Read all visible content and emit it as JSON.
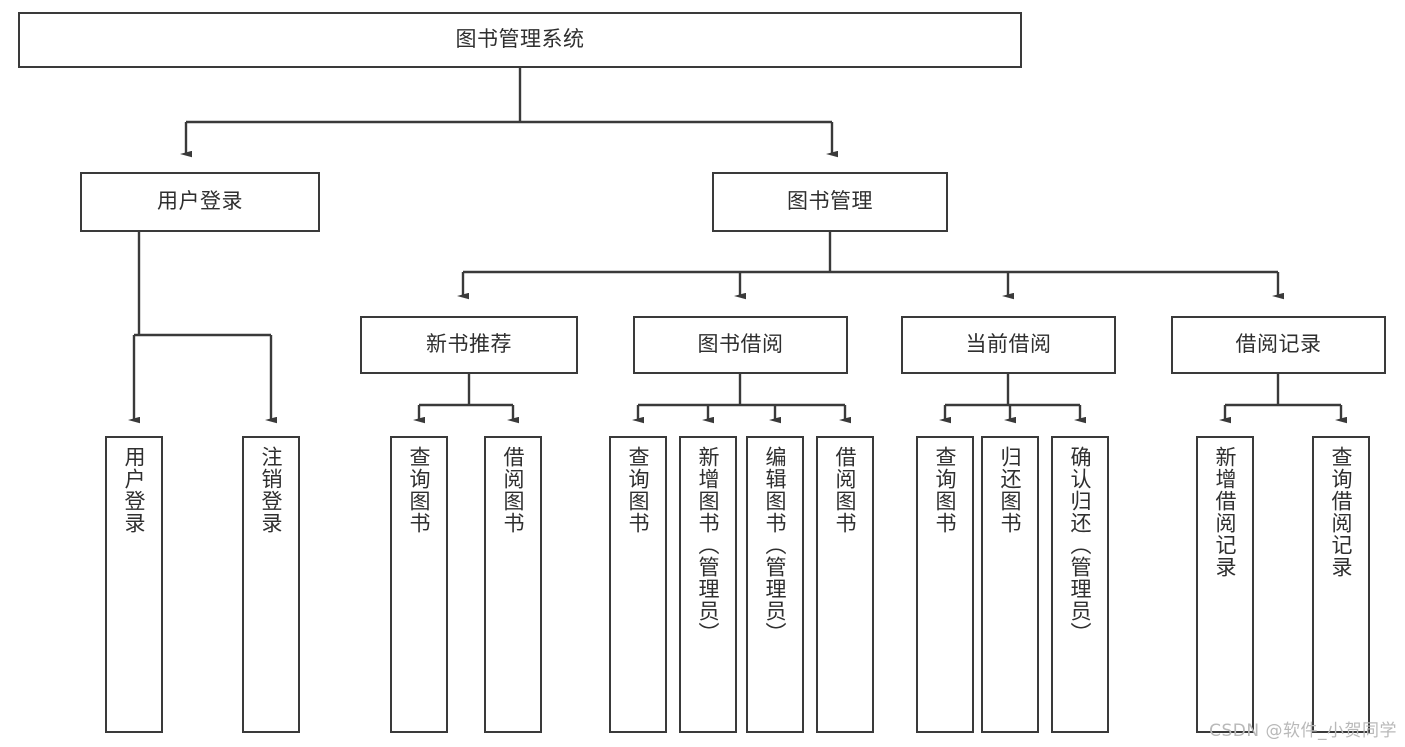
{
  "diagram": {
    "type": "tree",
    "orientation": "top-down",
    "title": "图书管理系统",
    "line_color": "#3a3a3a",
    "box_fill": "#ffffff",
    "text_color": "#2f2f2f",
    "levels": {
      "root": [
        "图书管理系统"
      ],
      "tier2": [
        "用户登录",
        "图书管理"
      ],
      "tier3": [
        "新书推荐",
        "图书借阅",
        "当前借阅",
        "借阅记录"
      ],
      "leaves": [
        "用户登录",
        "注销登录",
        "查询图书",
        "借阅图书",
        "查询图书",
        "新增图书（管理员）",
        "编辑图书（管理员）",
        "借阅图书",
        "查询图书",
        "归还图书",
        "确认归还（管理员）",
        "新增借阅记录",
        "查询借阅记录"
      ]
    },
    "nodes": {
      "root": {
        "label": "图书管理系统"
      },
      "user_login": {
        "label": "用户登录"
      },
      "book_manage": {
        "label": "图书管理"
      },
      "new_book_rec": {
        "label": "新书推荐"
      },
      "book_borrow": {
        "label": "图书借阅"
      },
      "current_borrow": {
        "label": "当前借阅"
      },
      "borrow_record": {
        "label": "借阅记录"
      },
      "leaf_user_login": {
        "label": "用户登录"
      },
      "leaf_logout": {
        "label": "注销登录"
      },
      "leaf_query_book_1": {
        "label": "查询图书"
      },
      "leaf_borrow_book_1": {
        "label": "借阅图书"
      },
      "leaf_query_book_2": {
        "label": "查询图书"
      },
      "leaf_add_book": {
        "label": "新增图书（管理员）"
      },
      "leaf_edit_book": {
        "label": "编辑图书（管理员）"
      },
      "leaf_borrow_book_2": {
        "label": "借阅图书"
      },
      "leaf_query_book_3": {
        "label": "查询图书"
      },
      "leaf_return_book": {
        "label": "归还图书"
      },
      "leaf_confirm_return": {
        "label": "确认归还（管理员）"
      },
      "leaf_add_record": {
        "label": "新增借阅记录"
      },
      "leaf_query_record": {
        "label": "查询借阅记录"
      }
    }
  },
  "watermark": {
    "text": "CSDN @软件_小贺同学"
  }
}
